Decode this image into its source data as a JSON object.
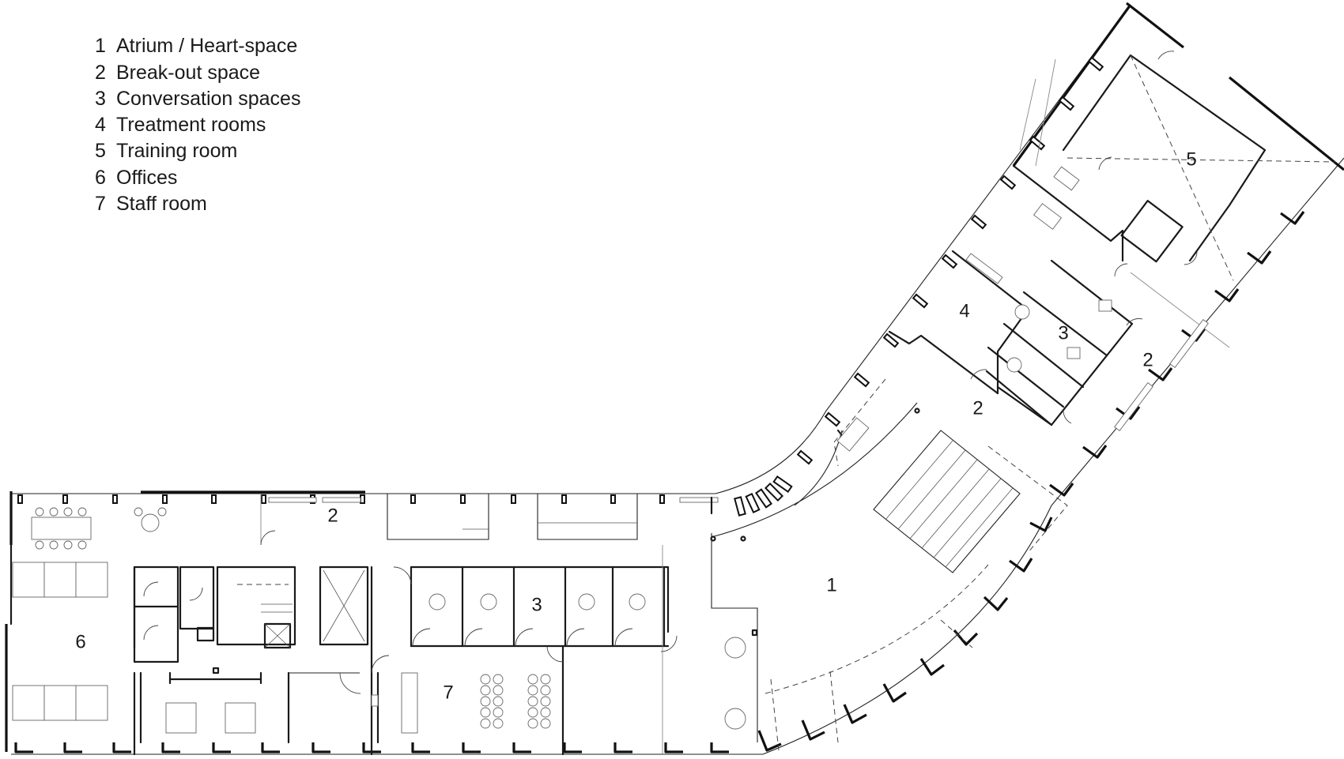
{
  "legend": {
    "items": [
      {
        "num": "1",
        "label": "Atrium / Heart-space"
      },
      {
        "num": "2",
        "label": "Break-out space"
      },
      {
        "num": "3",
        "label": "Conversation spaces"
      },
      {
        "num": "4",
        "label": "Treatment rooms"
      },
      {
        "num": "5",
        "label": "Training room"
      },
      {
        "num": "6",
        "label": "Offices"
      },
      {
        "num": "7",
        "label": "Staff room"
      }
    ]
  },
  "rooms": {
    "atrium": "1",
    "breakout_north": "2",
    "breakout_center": "2",
    "breakout_east": "2",
    "conversation_west": "3",
    "conversation_east": "3",
    "treatment": "4",
    "training": "5",
    "offices": "6",
    "staff": "7"
  }
}
